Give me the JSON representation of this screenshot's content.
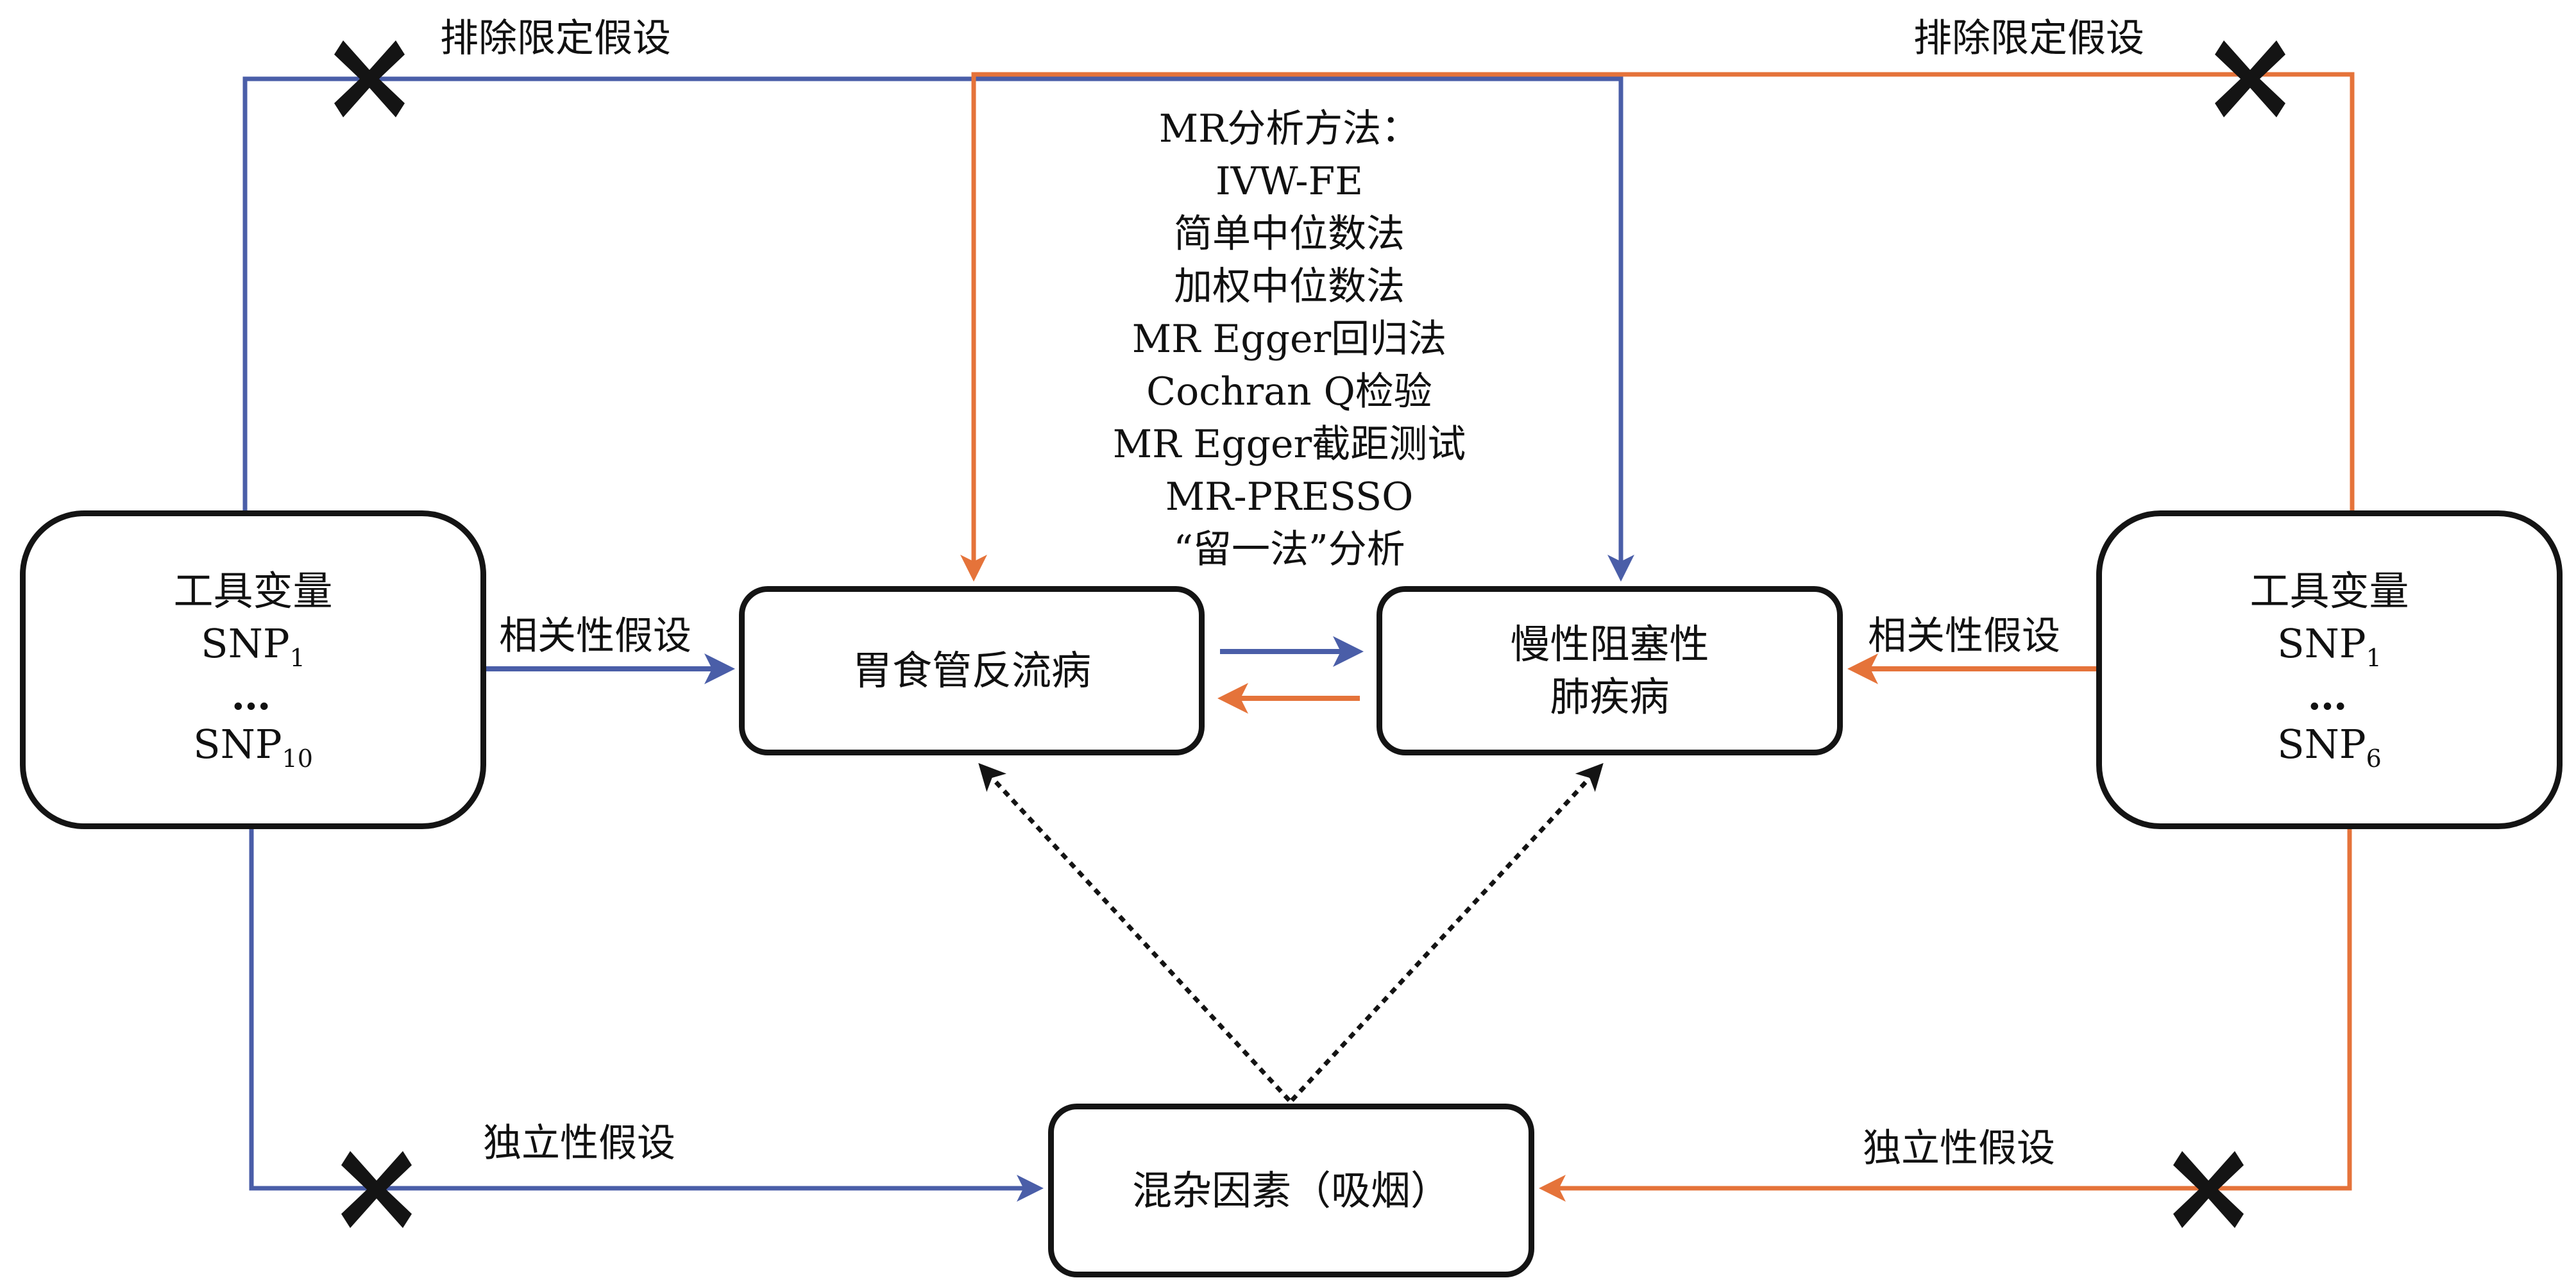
{
  "colors": {
    "exposure_gerd": "#4a5ea8",
    "exposure_copd": "#e5733a",
    "box_border": "#141414",
    "cross": "#141414"
  },
  "left_iv": {
    "title": "工具变量",
    "snp_first": "SNP",
    "snp_first_sub": "1",
    "ellipsis": "…",
    "snp_last": "SNP",
    "snp_last_sub": "10"
  },
  "right_iv": {
    "title": "工具变量",
    "snp_first": "SNP",
    "snp_first_sub": "1",
    "ellipsis": "…",
    "snp_last": "SNP",
    "snp_last_sub": "6"
  },
  "gerd": {
    "label": "胃食管反流病"
  },
  "copd": {
    "line1": "慢性阻塞性",
    "line2": "肺疾病"
  },
  "confounder": {
    "label": "混杂因素（吸烟）"
  },
  "assumptions": {
    "exclusion_left": "排除限定假设",
    "exclusion_right": "排除限定假设",
    "relevance_left": "相关性假设",
    "relevance_right": "相关性假设",
    "independence_left": "独立性假设",
    "independence_right": "独立性假设"
  },
  "methods": {
    "title": "MR分析方法：",
    "items": [
      "IVW-FE",
      "简单中位数法",
      "加权中位数法",
      "MR Egger回归法",
      "Cochran Q检验",
      "MR Egger截距测试",
      "MR-PRESSO",
      "“留一法”分析"
    ]
  }
}
